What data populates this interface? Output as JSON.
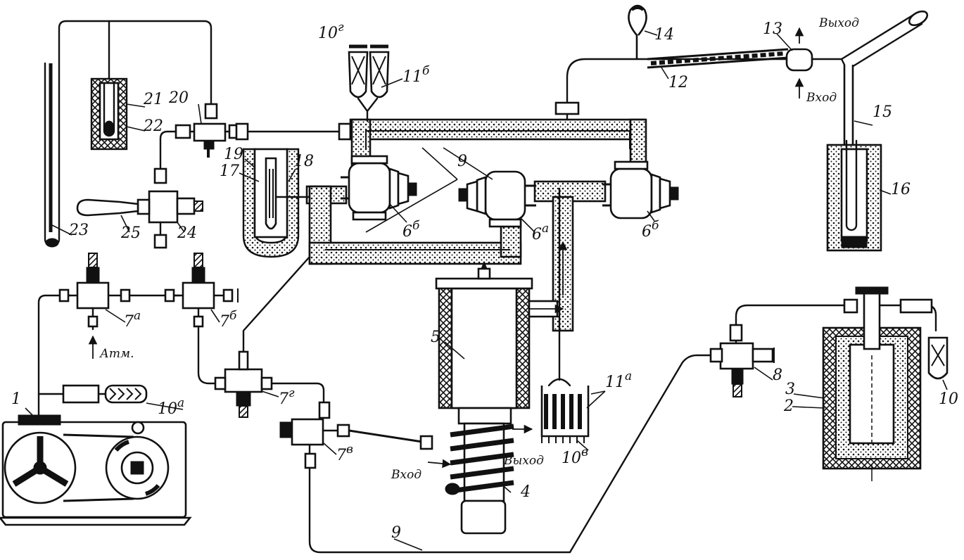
{
  "labels": {
    "n1": "1",
    "n2": "2",
    "n3": "3",
    "n4": "4",
    "n5": "5",
    "n6b_left": "6",
    "n6b_left_sup": "б",
    "n6a": "6",
    "n6a_sup": "а",
    "n6b_right": "6",
    "n6b_right_sup": "б",
    "n7a": "7",
    "n7a_sup": "а",
    "n7b_top": "7",
    "n7b_top_sup": "б",
    "n7g": "7",
    "n7g_sup": "г",
    "n7v": "7",
    "n7v_sup": "в",
    "n8": "8",
    "n9_top": "9",
    "n9_bottom": "9",
    "n10": "10",
    "n10a": "10",
    "n10a_sup": "а",
    "n10g": "10",
    "n10g_sup": "г",
    "n10v": "10",
    "n10v_sup": "в",
    "n11a": "11",
    "n11a_sup": "а",
    "n11b": "11",
    "n11b_sup": "б",
    "n12": "12",
    "n13": "13",
    "n14": "14",
    "n15": "15",
    "n16": "16",
    "n17": "17",
    "n18": "18",
    "n19": "19",
    "n20": "20",
    "n21": "21",
    "n22": "22",
    "n23": "23",
    "n24": "24",
    "n25": "25"
  },
  "text": {
    "vykhod_top": "Выход",
    "vkhod_top": "Вход",
    "atm": "Атм.",
    "vkhod_bottom": "Вход",
    "vykhod_bottom": "Выход"
  }
}
